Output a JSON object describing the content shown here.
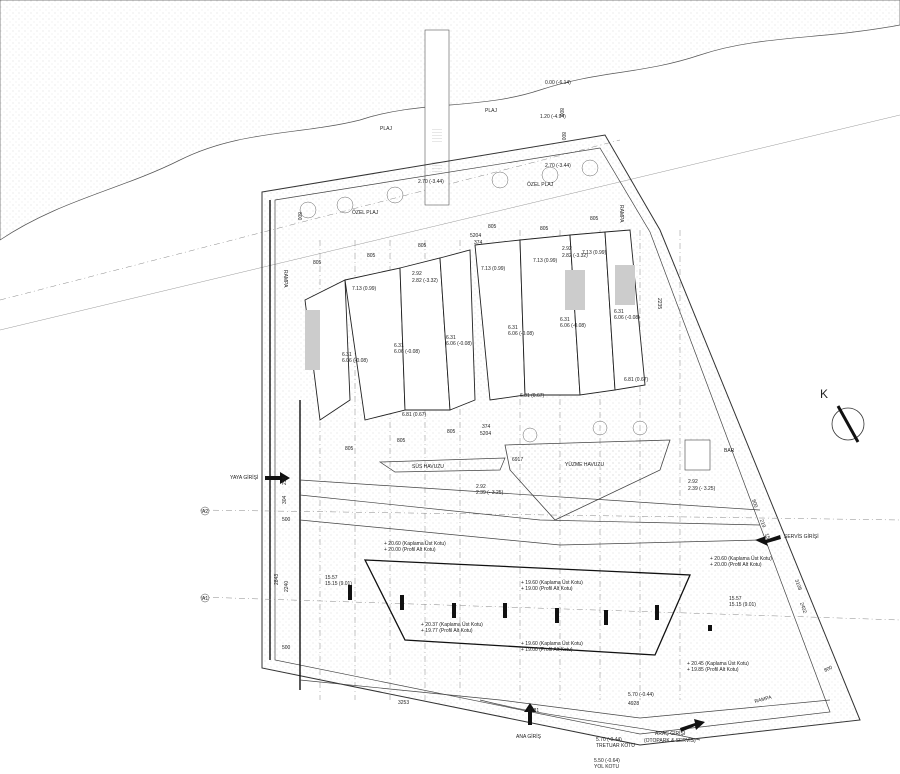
{
  "drawing": {
    "labels": {
      "plaj_left": "PLAJ",
      "plaj_right": "PLAJ",
      "ozel_plaj_left": "ÖZEL PLAJ",
      "ozel_plaj_right": "ÖZEL PLAJ",
      "rampa_left": "RAMPA",
      "rampa_right": "RAMPA",
      "rampa_bottom": "RAMPA",
      "sus_havuzu": "SÜS HAVUZU",
      "yuzme_havuzu": "YÜZME HAVUZU",
      "bar": "BAR",
      "yaya_girisi": "YAYA GİRİŞİ",
      "servis_girisi": "SERVİS GİRİŞİ",
      "arac_girisi_1": "ARAÇ GİRİŞİ",
      "arac_girisi_2": "(OTOPARK & SERVİS)",
      "ana_giris": "ANA GİRİŞ",
      "north": "K"
    },
    "levels": {
      "sea1": "0.00 (-6.14)",
      "sea2": "1.20 (-4.94)",
      "beach1": "2.70 (-3.44)",
      "beach2": "2.70 (-3.44)",
      "b1": "7.13 (0.99)",
      "b2a": "2.92",
      "b2b": "2.82 (-3.32)",
      "b3": "7.13 (0.99)",
      "b4a": "2.92",
      "b4b": "2.82 (-3.32)",
      "b5": "7.13 (0.99)",
      "b6": "7.13 (0.99)",
      "m1a": "6.31",
      "m1b": "6.06 (-0.08)",
      "m2a": "6.31",
      "m2b": "6.06 (-0.08)",
      "m3a": "6.31",
      "m3b": "6.06 (-0.08)",
      "m4a": "6.31",
      "m4b": "6.06 (-0.08)",
      "m5a": "6.31",
      "m5b": "6.06 (-0.08)",
      "m6a": "6.31",
      "m6b": "6.06 (-0.08)",
      "l1": "6.81 (0.67)",
      "l2": "6.81 (0.67)",
      "l3": "6.81 (0.67)",
      "pool1a": "2.92",
      "pool1b": "2.39 (- 3.25)",
      "pool2a": "2.92",
      "pool2b": "2.39 (- 3.25)",
      "p1a": "+ 20.60 (Kaplama Üst Kotu)",
      "p1b": "+ 20.00 (Profil Alt Kotu)",
      "p2a": "+ 19.60 (Kaplama Üst Kotu)",
      "p2b": "+ 19.00 (Profil Alt Kotu)",
      "p3a": "+ 20.60 (Kaplama Üst Kotu)",
      "p3b": "+ 20.00 (Profil Alt Kotu)",
      "p4a": "+ 20.37 (Kaplama Üst Kotu)",
      "p4b": "+ 19.77 (Profil Alt Kotu)",
      "p5a": "+ 19.60 (Kaplama Üst Kotu)",
      "p5b": "+ 19.00 (Profil Alt Kotu)",
      "p6a": "+ 20.45 (Kaplama Üst Kotu)",
      "p6b": "+ 19.85 (Profil Alt Kotu)",
      "g1a": "15.57",
      "g1b": "15.15 (9.01)",
      "g2a": "15.57",
      "g2b": "15.15 (9.01)",
      "road1": "5.70 (-0.44)",
      "road2a": "5.70 (-0.44)",
      "road2b": "TRETUAR KOTU",
      "road3a": "5.50 (-0.64)",
      "road3b": "YOL KOTU"
    },
    "dimensions": {
      "d805": "805",
      "d5204": "5204",
      "d374": "374",
      "d6917": "6917",
      "d800": "800",
      "d2235": "2235",
      "d298": "298",
      "d304": "304",
      "d500": "500",
      "d2843": "2843",
      "d2240": "2240",
      "d3253": "3253",
      "d8181": "8181",
      "d4928": "4928",
      "d3108": "3108",
      "d2402": "2402",
      "d219": "219",
      "d150": "150"
    },
    "axes": [
      "A1",
      "A2"
    ]
  }
}
